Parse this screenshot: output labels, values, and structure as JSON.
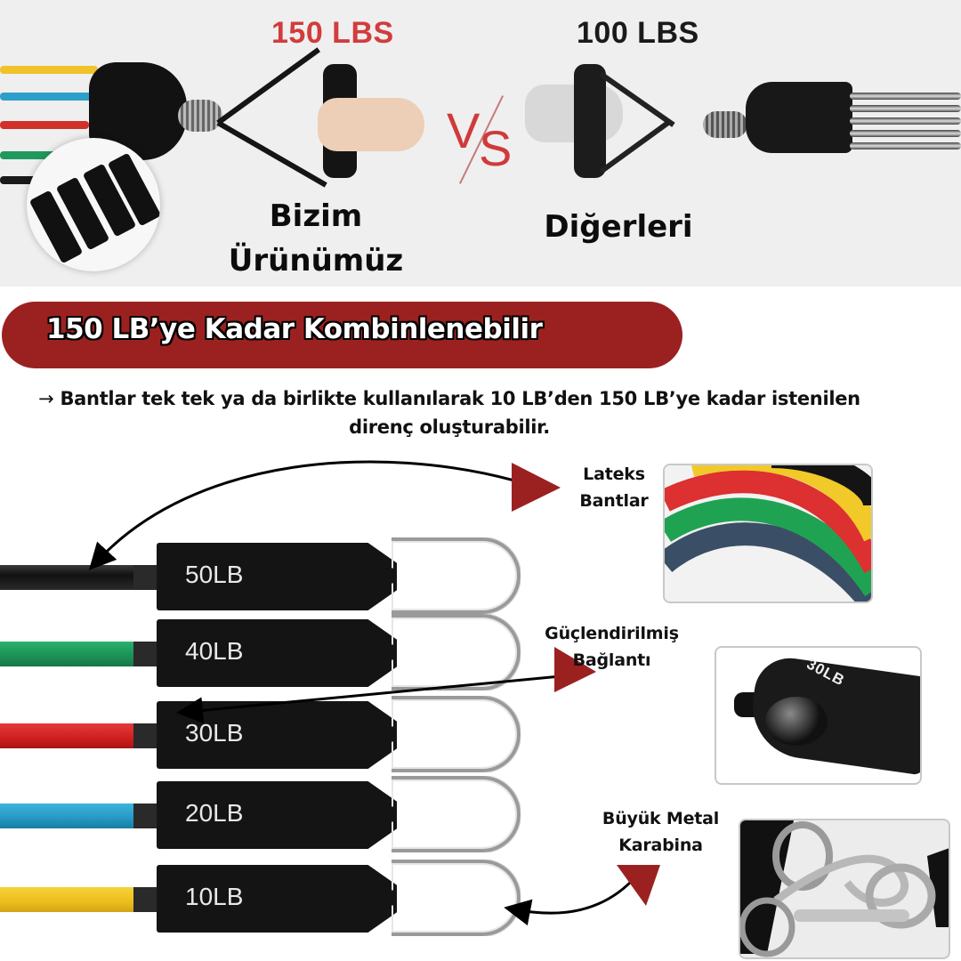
{
  "comparison": {
    "ours": {
      "weight": "150 LBS",
      "caption_line1": "Bizim",
      "caption_line2": "Ürünümüz"
    },
    "vs_label": {
      "v": "V",
      "s": "S"
    },
    "theirs": {
      "weight": "100 LBS",
      "caption": "Diğerleri"
    },
    "colors": {
      "ours_weight": "#d23c3c",
      "theirs_weight": "#1a1a1a",
      "vs": "#cf3a3a"
    }
  },
  "headline": {
    "text": "150 LB’ye Kadar Kombinlenebilir",
    "pill_color": "#9b2121"
  },
  "description": {
    "arrow": "→",
    "line1": "Bantlar tek tek ya da birlikte kullanılarak 10 LB’den 150 LB’ye kadar istenilen",
    "line2": "direnç oluşturabilir."
  },
  "bands": [
    {
      "label": "50LB",
      "color": "#1b1b1b"
    },
    {
      "label": "40LB",
      "color": "#1f9a5c"
    },
    {
      "label": "30LB",
      "color": "#d42424"
    },
    {
      "label": "20LB",
      "color": "#2aa0cc"
    },
    {
      "label": "10LB",
      "color": "#f0c31f"
    }
  ],
  "features": [
    {
      "line1": "Lateks",
      "line2": "Bantlar"
    },
    {
      "line1": "Güçlendirilmiş",
      "line2": "Bağlantı"
    },
    {
      "line1": "Büyük Metal",
      "line2": "Karabina"
    }
  ],
  "thumbnail_texts": {
    "connection_tag": "30LB"
  },
  "accent_color": "#9b2121"
}
